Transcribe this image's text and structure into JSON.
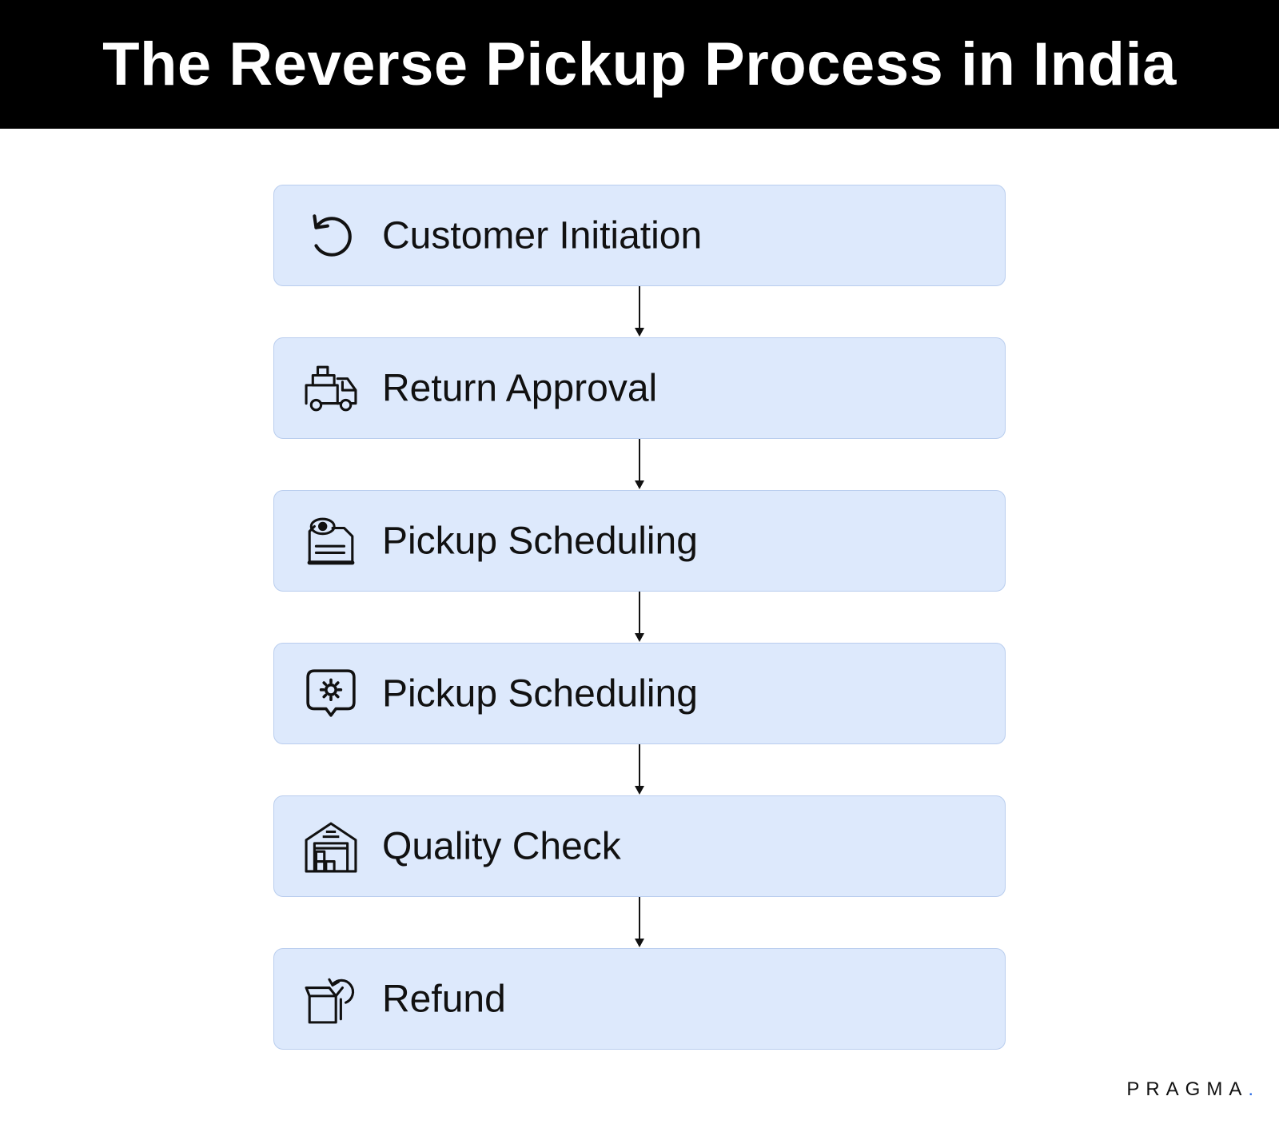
{
  "title": "The Reverse Pickup Process in India",
  "steps": [
    {
      "label": "Customer Initiation",
      "icon": "rotate-ccw-icon"
    },
    {
      "label": "Return Approval",
      "icon": "delivery-truck-icon"
    },
    {
      "label": "Pickup Scheduling",
      "icon": "tracking-document-icon"
    },
    {
      "label": "Pickup Scheduling",
      "icon": "settings-chat-icon"
    },
    {
      "label": "Quality Check",
      "icon": "warehouse-icon"
    },
    {
      "label": "Refund",
      "icon": "return-box-icon"
    }
  ],
  "brand": {
    "name": "PRAGMA",
    "dot": "."
  },
  "colors": {
    "header_bg": "#000000",
    "step_bg": "#dde9fc",
    "step_border": "#b9cdee",
    "brand_dot": "#2f6fe6"
  }
}
